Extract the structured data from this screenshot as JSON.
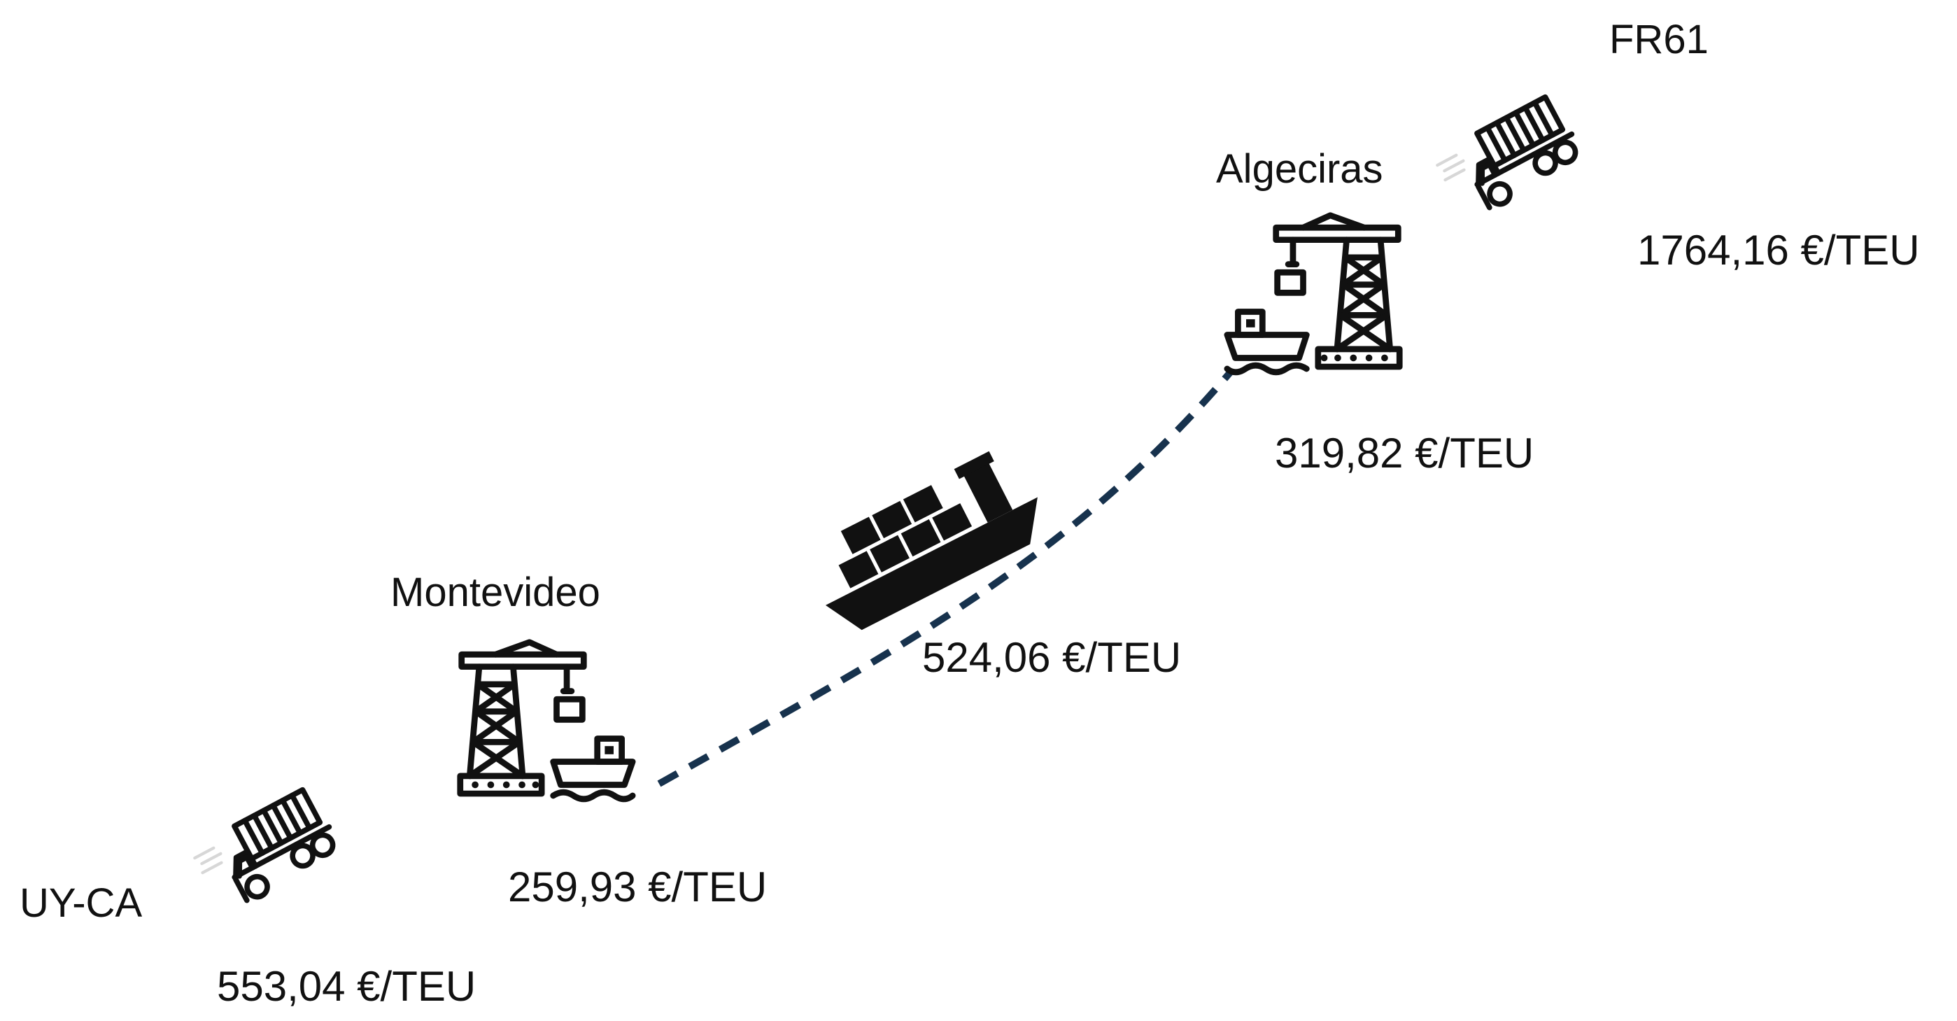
{
  "nodes": {
    "origin": {
      "label": "UY-CA",
      "cost": "553,04 €/TEU",
      "icon": "truck-icon"
    },
    "origin_port": {
      "label": "Montevideo",
      "cost": "259,93 €/TEU",
      "icon": "port-crane-icon"
    },
    "sea_leg": {
      "cost": "524,06 €/TEU",
      "icon": "container-ship-icon",
      "line_color": "#17324d"
    },
    "destination_port": {
      "label": "Algeciras",
      "cost": "319,82 €/TEU",
      "icon": "port-crane-icon"
    },
    "destination": {
      "label": "FR61",
      "cost": "1764,16 €/TEU",
      "icon": "truck-icon"
    }
  }
}
